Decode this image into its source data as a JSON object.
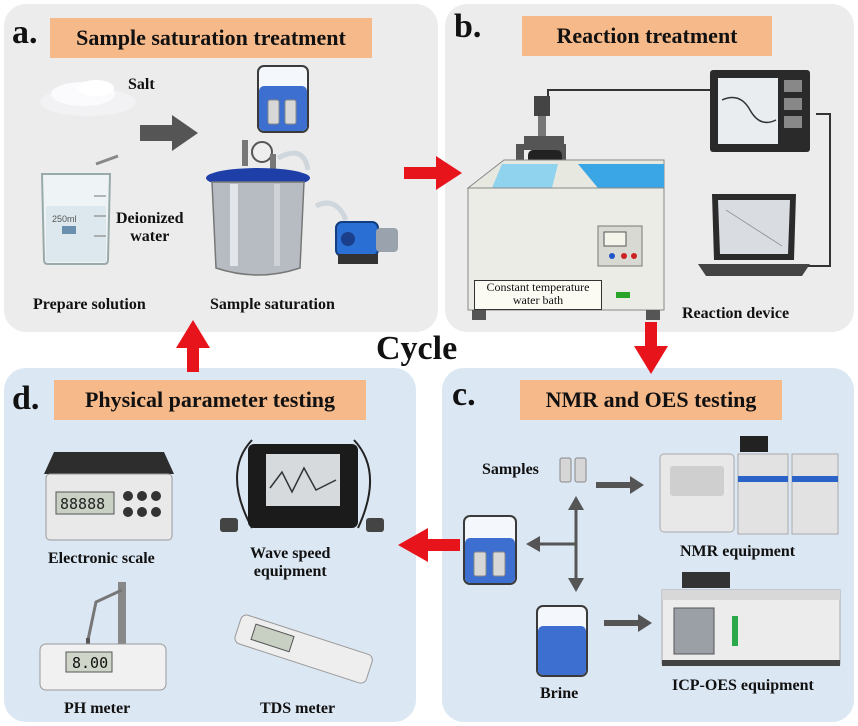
{
  "panels": {
    "a": {
      "letter": "a.",
      "title": "Sample saturation treatment",
      "labels": {
        "salt": "Salt",
        "deionized": "Deionized",
        "water": "water",
        "prepare": "Prepare solution",
        "saturation": "Sample saturation",
        "beaker_mark": "250ml"
      }
    },
    "b": {
      "letter": "b.",
      "title": "Reaction treatment",
      "labels": {
        "bath_line1": "Constant temperature",
        "bath_line2": "water bath",
        "device": "Reaction device"
      }
    },
    "c": {
      "letter": "c.",
      "title": "NMR and OES testing",
      "labels": {
        "samples": "Samples",
        "nmr": "NMR equipment",
        "brine": "Brine",
        "icp": "ICP-OES equipment"
      }
    },
    "d": {
      "letter": "d.",
      "title": "Physical parameter testing",
      "labels": {
        "scale": "Electronic scale",
        "wave1": "Wave speed",
        "wave2": "equipment",
        "ph": "PH meter",
        "tds": "TDS meter",
        "ph_display": "8.00",
        "scale_display": "88888"
      }
    }
  },
  "center": {
    "cycle": "Cycle"
  },
  "colors": {
    "panel_grey": "#ececec",
    "panel_blue": "#dbe7f3",
    "title_bg": "#f6b98a",
    "arrow_red": "#e8141b",
    "arrow_grey": "#555555",
    "water_blue": "#3d6fd0"
  }
}
